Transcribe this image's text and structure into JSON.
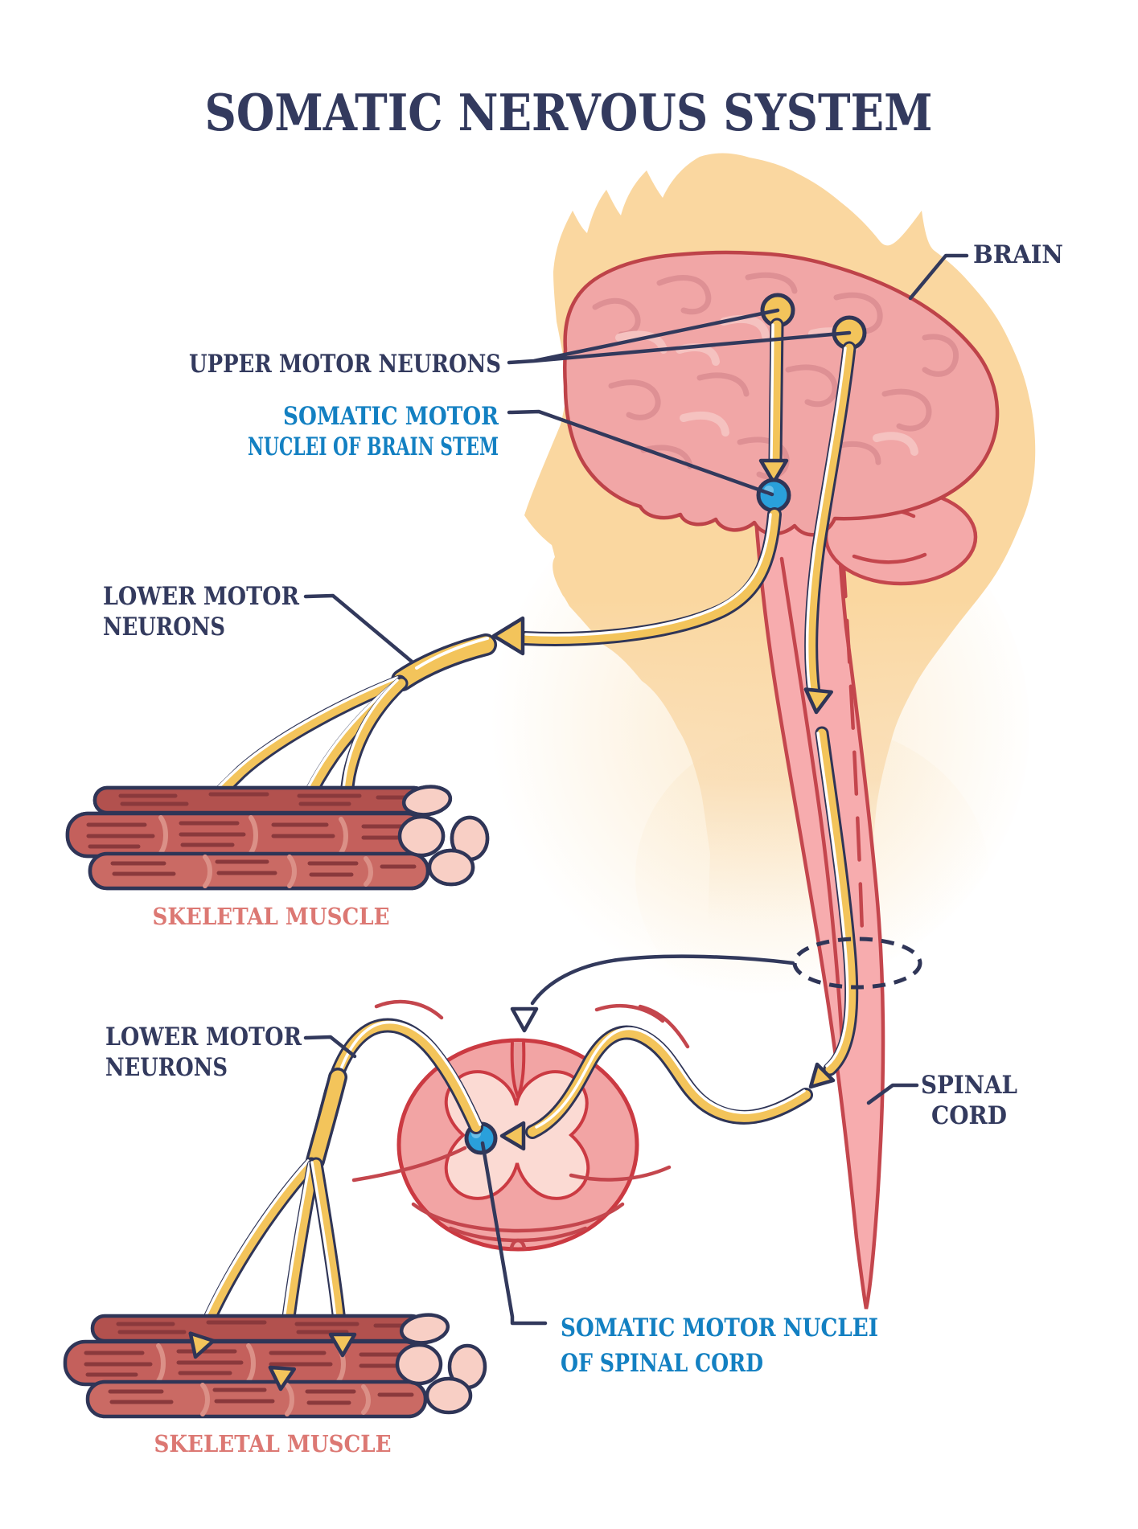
{
  "title": "SOMATIC NERVOUS SYSTEM",
  "labels": {
    "brain": "BRAIN",
    "upper_motor_neurons": "UPPER MOTOR NEURONS",
    "brain_stem_nuclei": {
      "line1": "SOMATIC MOTOR",
      "line2": "NUCLEI OF BRAIN STEM"
    },
    "lower_motor_neurons_upper": {
      "line1": "LOWER MOTOR",
      "line2": "NEURONS"
    },
    "skeletal_muscle_upper": "SKELETAL MUSCLE",
    "lower_motor_neurons_lower": {
      "line1": "LOWER MOTOR",
      "line2": "NEURONS"
    },
    "skeletal_muscle_lower": "SKELETAL MUSCLE",
    "spinal_cord": {
      "line1": "SPINAL",
      "line2": "CORD"
    },
    "spinal_cord_nuclei": {
      "line1": "SOMATIC MOTOR NUCLEI",
      "line2": "OF SPINAL CORD"
    }
  },
  "colors": {
    "title_text": "#333A5E",
    "label_navy": "#333A5E",
    "label_blue": "#1380C2",
    "label_salmon": "#DC7873",
    "head_skin": "#FAD7A0",
    "brain_pink": "#F1A6A6",
    "brain_outline": "#BE4349",
    "nerve_yellow": "#F3C45B",
    "nerve_outline_navy": "#2F3557",
    "nucleus_blue": "#2AA0DB",
    "spinal_cord_pink": "#F7ACAE",
    "cross_section_gray_matter": "#FBDAD3",
    "muscle_red": "#C4605C",
    "muscle_cap_pink": "#F8CFC5"
  }
}
